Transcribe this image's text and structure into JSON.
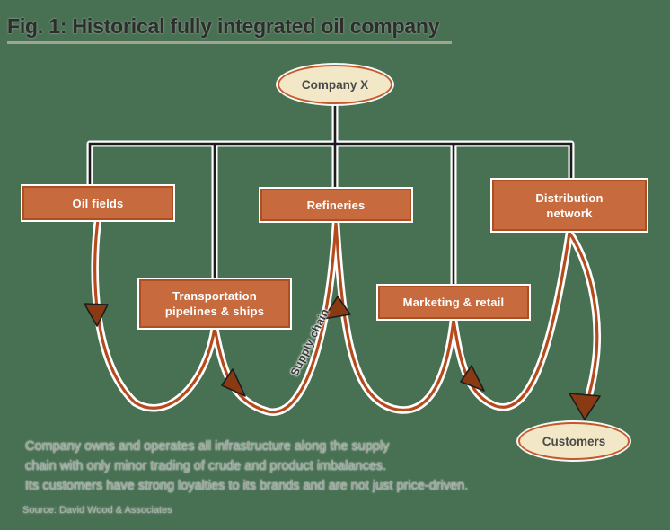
{
  "title": "Fig. 1: Historical fully integrated oil company",
  "diagram": {
    "root_label": "Company X",
    "boxes": [
      {
        "id": "oil-fields",
        "lines": [
          "Oil fields"
        ]
      },
      {
        "id": "transportation",
        "lines": [
          "Transportation",
          "pipelines & ships"
        ]
      },
      {
        "id": "refineries",
        "lines": [
          "Refineries"
        ]
      },
      {
        "id": "marketing-retail",
        "lines": [
          "Marketing & retail"
        ]
      },
      {
        "id": "distribution-network",
        "lines": [
          "Distribution",
          "network"
        ]
      }
    ],
    "terminal_label": "Customers",
    "flow_label": "Supply chain"
  },
  "caption": {
    "lines": [
      "Company owns and operates all infrastructure along the supply",
      "chain with only minor trading of crude and product imbalances.",
      "Its customers have strong loyalties to its brands and are not just price-driven."
    ]
  },
  "source": "Source: David Wood & Associates",
  "colors": {
    "bg": "#487052",
    "box-fill": "#c76b3e",
    "box-border": "#ad4f20",
    "box-text": "#ffffff",
    "ellipse-fill": "#f2e7c6",
    "ellipse-border": "#c4582a",
    "ellipse-text": "#4a4a4a",
    "connector": "#1c1c1c",
    "flow": "#b54a1d",
    "arrow": "#8a3a12",
    "title-text": "#2d2d2d",
    "caption-text": "#98a099"
  }
}
